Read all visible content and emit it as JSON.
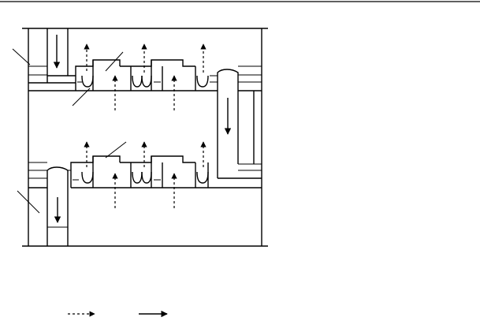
{
  "diagram": {
    "type": "tray-column-schematic",
    "description_labels": [],
    "legend": [
      {
        "style": "dashed-arrow",
        "label": ""
      },
      {
        "style": "solid-arrow",
        "label": ""
      }
    ],
    "colors": {
      "stroke": "#000000",
      "background": "#ffffff"
    }
  }
}
